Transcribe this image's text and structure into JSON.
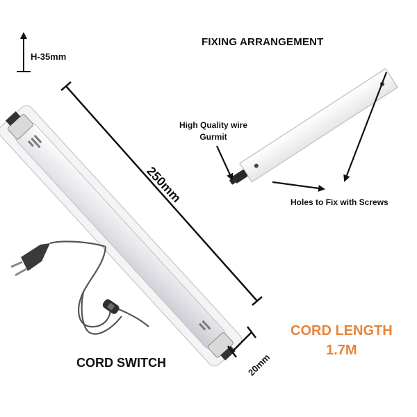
{
  "labels": {
    "fixing_title": "FIXING ARRANGEMENT",
    "height": "H-35mm",
    "wire_line1": "High Quality wire",
    "wire_line2": "Gurmit",
    "holes": "Holes to Fix with Screws",
    "length": "250mm",
    "width": "20mm",
    "cord_switch": "CORD SWITCH",
    "cord_length_line1": "CORD LENGTH",
    "cord_length_line2": "1.7M"
  },
  "colors": {
    "accent": "#e8843a",
    "text": "#111111",
    "fixture_body": "#f2f2f2",
    "tube": "#e6e6ea",
    "cord": "#555555"
  },
  "icons": [
    "plug-icon",
    "inline-switch-icon",
    "arrow-icon"
  ]
}
